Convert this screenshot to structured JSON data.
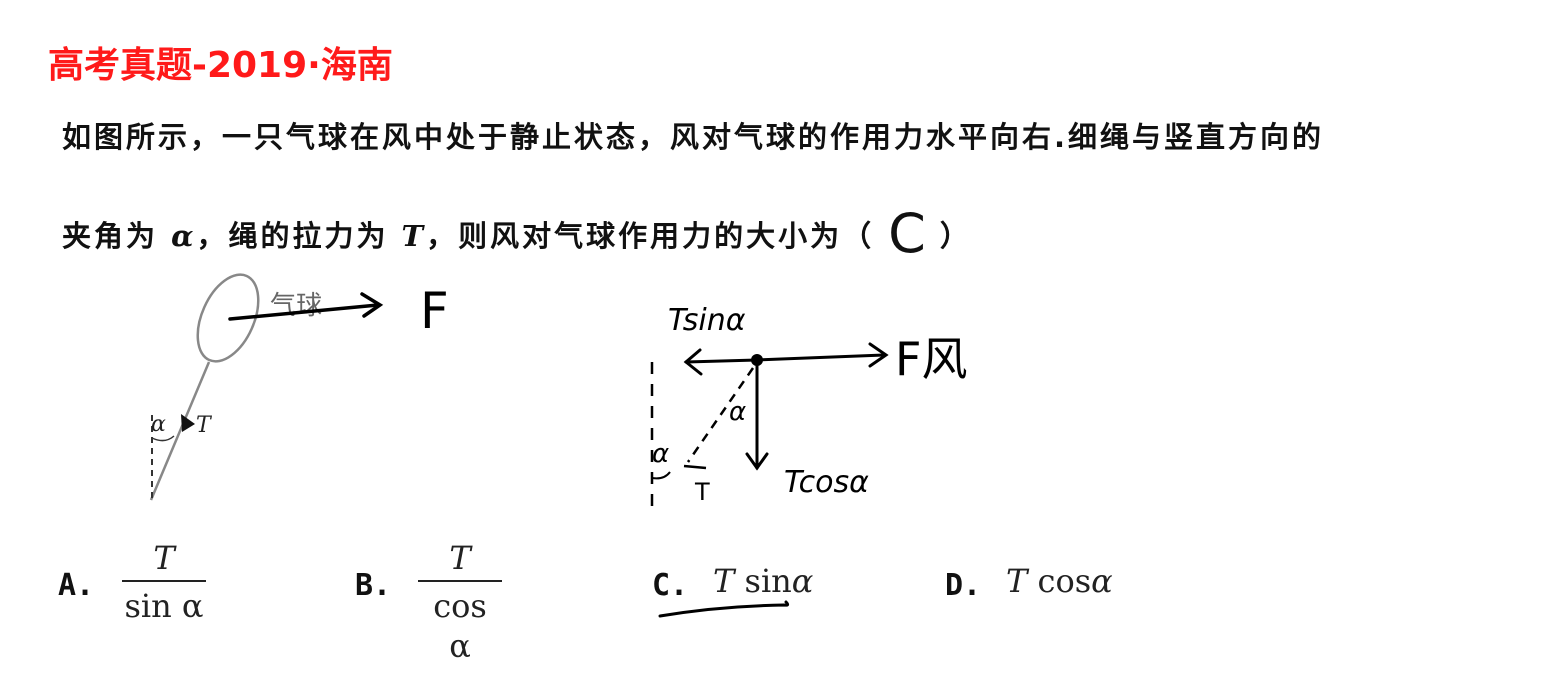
{
  "header": {
    "title": "高考真题-2019·海南"
  },
  "question": {
    "line1": "如图所示，一只气球在风中处于静止状态，风对气球的作用力水平向右.细绳与竖直方向的",
    "line2_a": "夹角为 ",
    "alpha": "α",
    "line2_b": "，绳的拉力为 ",
    "tension": "T",
    "line2_c": "，则风对气球作用力的大小为（",
    "handwritten_answer": "C",
    "line2_d": "）"
  },
  "figure_left": {
    "balloon_label": "气球",
    "alpha_label": "α",
    "tension_label": "T",
    "force_label": "F"
  },
  "figure_right": {
    "tsin_label": "Tsinα",
    "wind_force_label": "F风",
    "alpha_top": "α",
    "alpha_left": "α",
    "tension_label": "T",
    "tcos_label": "Tcosα"
  },
  "options": [
    {
      "letter": "A.",
      "numerator": "T",
      "denominator": "sin α"
    },
    {
      "letter": "B.",
      "numerator": "T",
      "denominator": "cos α"
    },
    {
      "letter": "C.",
      "expr_t": "T",
      "expr_fn": "sin",
      "expr_var": "α"
    },
    {
      "letter": "D.",
      "expr_t": "T",
      "expr_fn": "cos",
      "expr_var": "α"
    }
  ],
  "colors": {
    "title": "#ff1a1a",
    "text": "#111111"
  }
}
